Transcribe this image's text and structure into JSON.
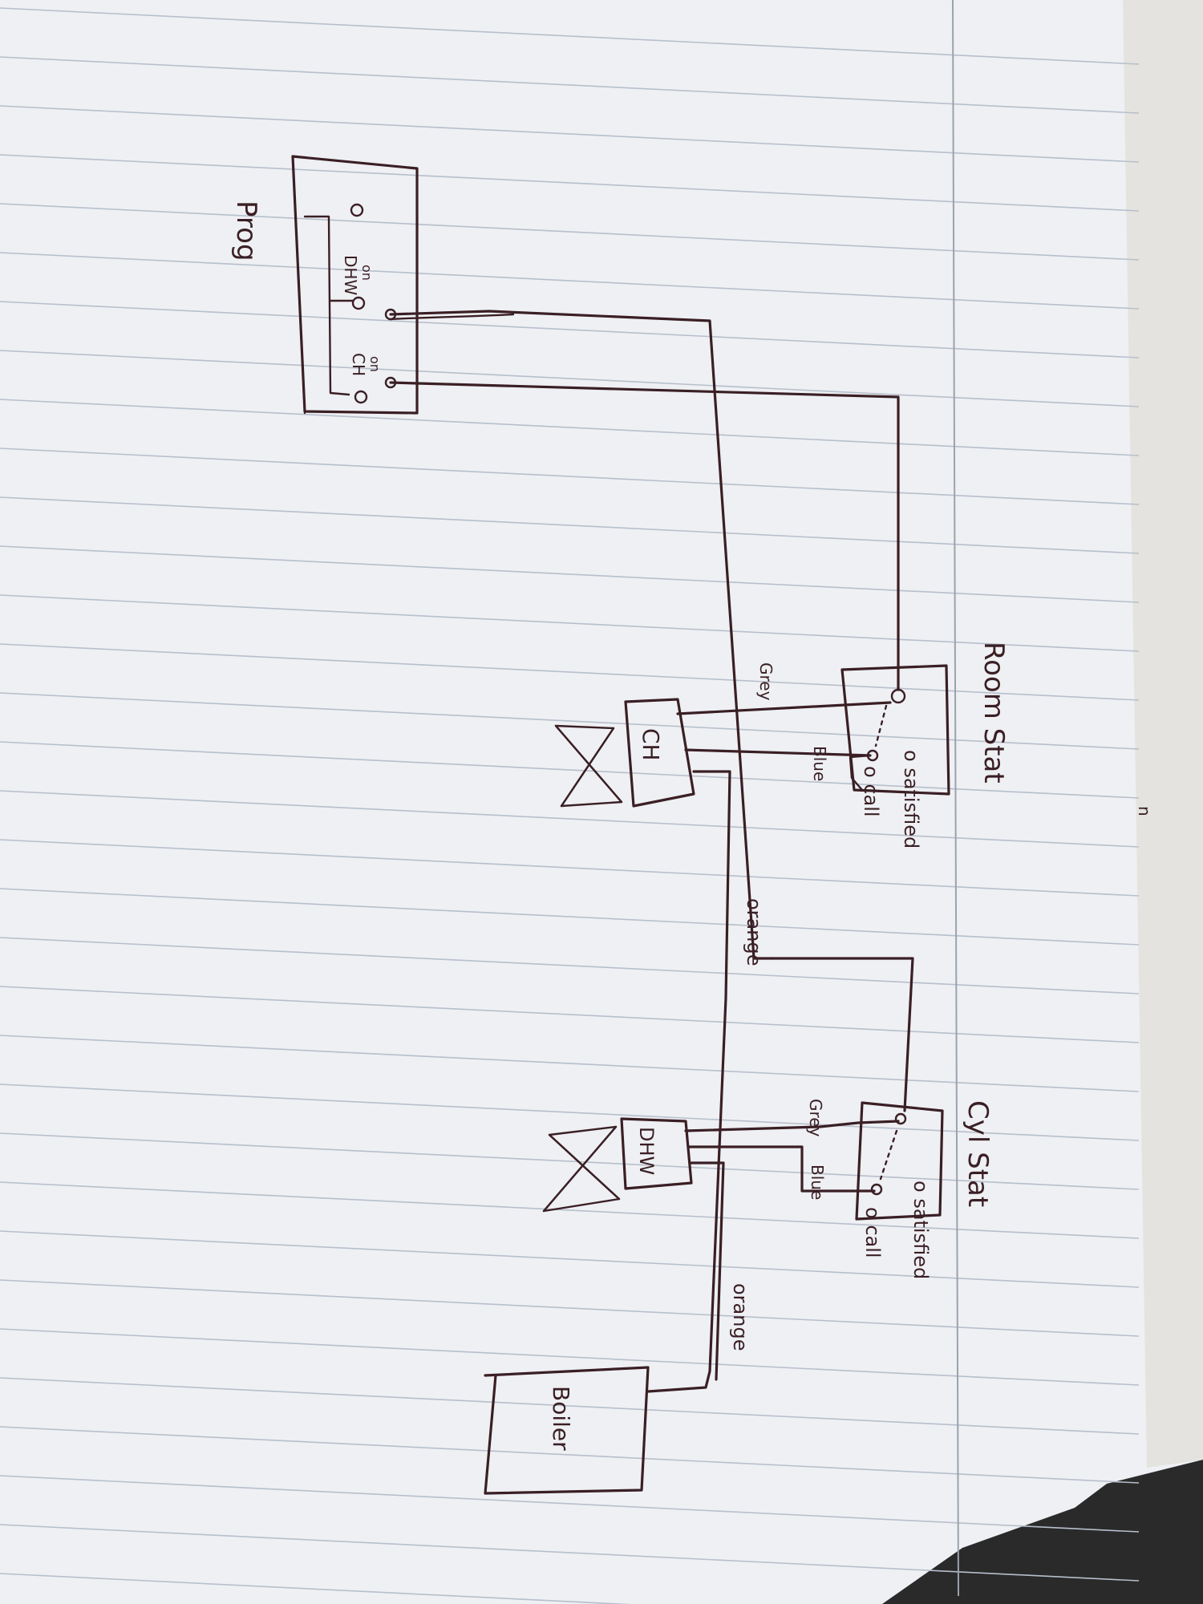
{
  "labels": {
    "prog": "Prog",
    "dhw_on": "DHW\non",
    "ch_on": "CH\non",
    "room_stat": "Room Stat",
    "cyl_stat": "Cyl Stat",
    "satisfied_room": "o satisfied",
    "call_room": "o call",
    "satisfied_cyl": "o satisfied",
    "call_cyl": "o call",
    "ch_valve": "CH",
    "dhw_valve": "DHW",
    "boiler": "Boiler",
    "grey_room": "Grey",
    "blue_room": "Blue",
    "grey_cyl": "Grey",
    "blue_cyl": "Blue",
    "orange_1": "orange",
    "orange_2": "orange",
    "n": "n"
  },
  "colors": {
    "paper": "#eef0f3",
    "ink": "#3a1f24",
    "rule": "#b7bfcc",
    "background": "#2a2a2a"
  }
}
